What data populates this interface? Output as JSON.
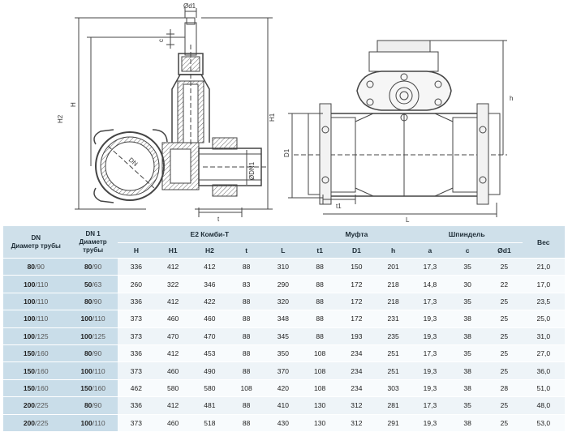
{
  "drawing": {
    "labels": {
      "d1_top": "Ød1",
      "c": "c",
      "h_left": "H",
      "h2": "H2",
      "h1": "H1",
      "dn": "DN",
      "dn1": "ØDN1",
      "t": "t",
      "d1_side": "D1",
      "t1": "t1",
      "l": "L",
      "h_small": "h"
    }
  },
  "table": {
    "head": {
      "dn_main": "DN",
      "dn_sub": "Диаметр трубы",
      "dn1_main": "DN 1",
      "dn1_sub1": "Диаметр",
      "dn1_sub2": "трубы",
      "group1": "E2 Комби-Т",
      "group2": "Муфта",
      "group3": "Шпиндель",
      "weight": "Вес",
      "cols": [
        "H",
        "H1",
        "H2",
        "t",
        "L",
        "t1",
        "D1",
        "h",
        "a",
        "c",
        "Ød1"
      ]
    },
    "rows": [
      {
        "dn_a": "80",
        "dn_b": "/90",
        "dn1_a": "80",
        "dn1_b": "/90",
        "v": [
          "336",
          "412",
          "412",
          "88",
          "310",
          "88",
          "150",
          "201",
          "17,3",
          "35",
          "25",
          "21,0"
        ]
      },
      {
        "dn_a": "100",
        "dn_b": "/110",
        "dn1_a": "50",
        "dn1_b": "/63",
        "v": [
          "260",
          "322",
          "346",
          "83",
          "290",
          "88",
          "172",
          "218",
          "14,8",
          "30",
          "22",
          "17,0"
        ]
      },
      {
        "dn_a": "100",
        "dn_b": "/110",
        "dn1_a": "80",
        "dn1_b": "/90",
        "v": [
          "336",
          "412",
          "422",
          "88",
          "320",
          "88",
          "172",
          "218",
          "17,3",
          "35",
          "25",
          "23,5"
        ]
      },
      {
        "dn_a": "100",
        "dn_b": "/110",
        "dn1_a": "100",
        "dn1_b": "/110",
        "v": [
          "373",
          "460",
          "460",
          "88",
          "348",
          "88",
          "172",
          "231",
          "19,3",
          "38",
          "25",
          "25,0"
        ]
      },
      {
        "dn_a": "100",
        "dn_b": "/125",
        "dn1_a": "100",
        "dn1_b": "/125",
        "v": [
          "373",
          "470",
          "470",
          "88",
          "345",
          "88",
          "193",
          "235",
          "19,3",
          "38",
          "25",
          "31,0"
        ]
      },
      {
        "dn_a": "150",
        "dn_b": "/160",
        "dn1_a": "80",
        "dn1_b": "/90",
        "v": [
          "336",
          "412",
          "453",
          "88",
          "350",
          "108",
          "234",
          "251",
          "17,3",
          "35",
          "25",
          "27,0"
        ]
      },
      {
        "dn_a": "150",
        "dn_b": "/160",
        "dn1_a": "100",
        "dn1_b": "/110",
        "v": [
          "373",
          "460",
          "490",
          "88",
          "370",
          "108",
          "234",
          "251",
          "19,3",
          "38",
          "25",
          "36,0"
        ]
      },
      {
        "dn_a": "150",
        "dn_b": "/160",
        "dn1_a": "150",
        "dn1_b": "/160",
        "v": [
          "462",
          "580",
          "580",
          "108",
          "420",
          "108",
          "234",
          "303",
          "19,3",
          "38",
          "28",
          "51,0"
        ]
      },
      {
        "dn_a": "200",
        "dn_b": "/225",
        "dn1_a": "80",
        "dn1_b": "/90",
        "v": [
          "336",
          "412",
          "481",
          "88",
          "410",
          "130",
          "312",
          "281",
          "17,3",
          "35",
          "25",
          "48,0"
        ]
      },
      {
        "dn_a": "200",
        "dn_b": "/225",
        "dn1_a": "100",
        "dn1_b": "/110",
        "v": [
          "373",
          "460",
          "518",
          "88",
          "430",
          "130",
          "312",
          "291",
          "19,3",
          "38",
          "25",
          "53,0"
        ]
      }
    ]
  }
}
